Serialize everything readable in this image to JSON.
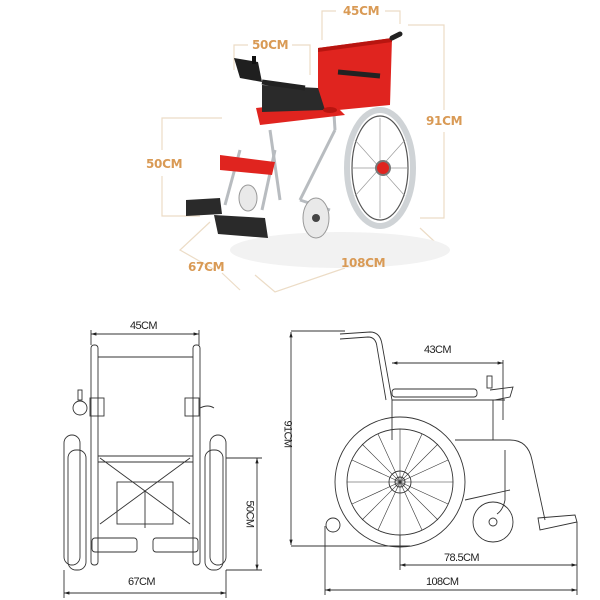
{
  "photo_view": {
    "title": "Electric wheelchair product photo with dimensions",
    "accent_color": "#d99a55",
    "seat_color": "#e0241f",
    "labels": {
      "back_width": "45CM",
      "armrest_length": "50CM",
      "total_height": "91CM",
      "seat_height": "50CM",
      "width": "67CM",
      "length": "108CM"
    }
  },
  "front_drawing": {
    "title": "Front view technical drawing",
    "labels": {
      "back_width": "45CM",
      "seat_height": "50CM",
      "total_width": "67CM"
    }
  },
  "side_drawing": {
    "title": "Side view technical drawing",
    "labels": {
      "total_height": "91CM",
      "armrest_length": "43CM",
      "wheelbase_length": "78.5CM",
      "total_length": "108CM"
    }
  }
}
